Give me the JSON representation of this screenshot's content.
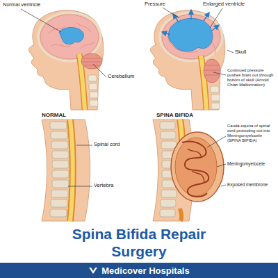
{
  "diagram": {
    "title": "Spina Bifida Repair Surgery",
    "nodes": [
      {
        "text": [
          "Medicover Hospitals"
        ]
      }
    ],
    "labels": [
      "Normal ventricle",
      "Pressure",
      "Enlarged ventricle",
      "Cerebellum",
      "Skull",
      "Continued pressure pushes brain out through bottom of skull (Arnold Chiari Malformation)",
      "NORMAL",
      "SPINA BIFIDA",
      "Spinal cord",
      "Vertebra",
      "Cauda equina of spinal cord protruding out into Meningomyelocele (SPINA BIFIDA)",
      "Meningomyelocele",
      "Exposed membrone"
    ]
  }
}
